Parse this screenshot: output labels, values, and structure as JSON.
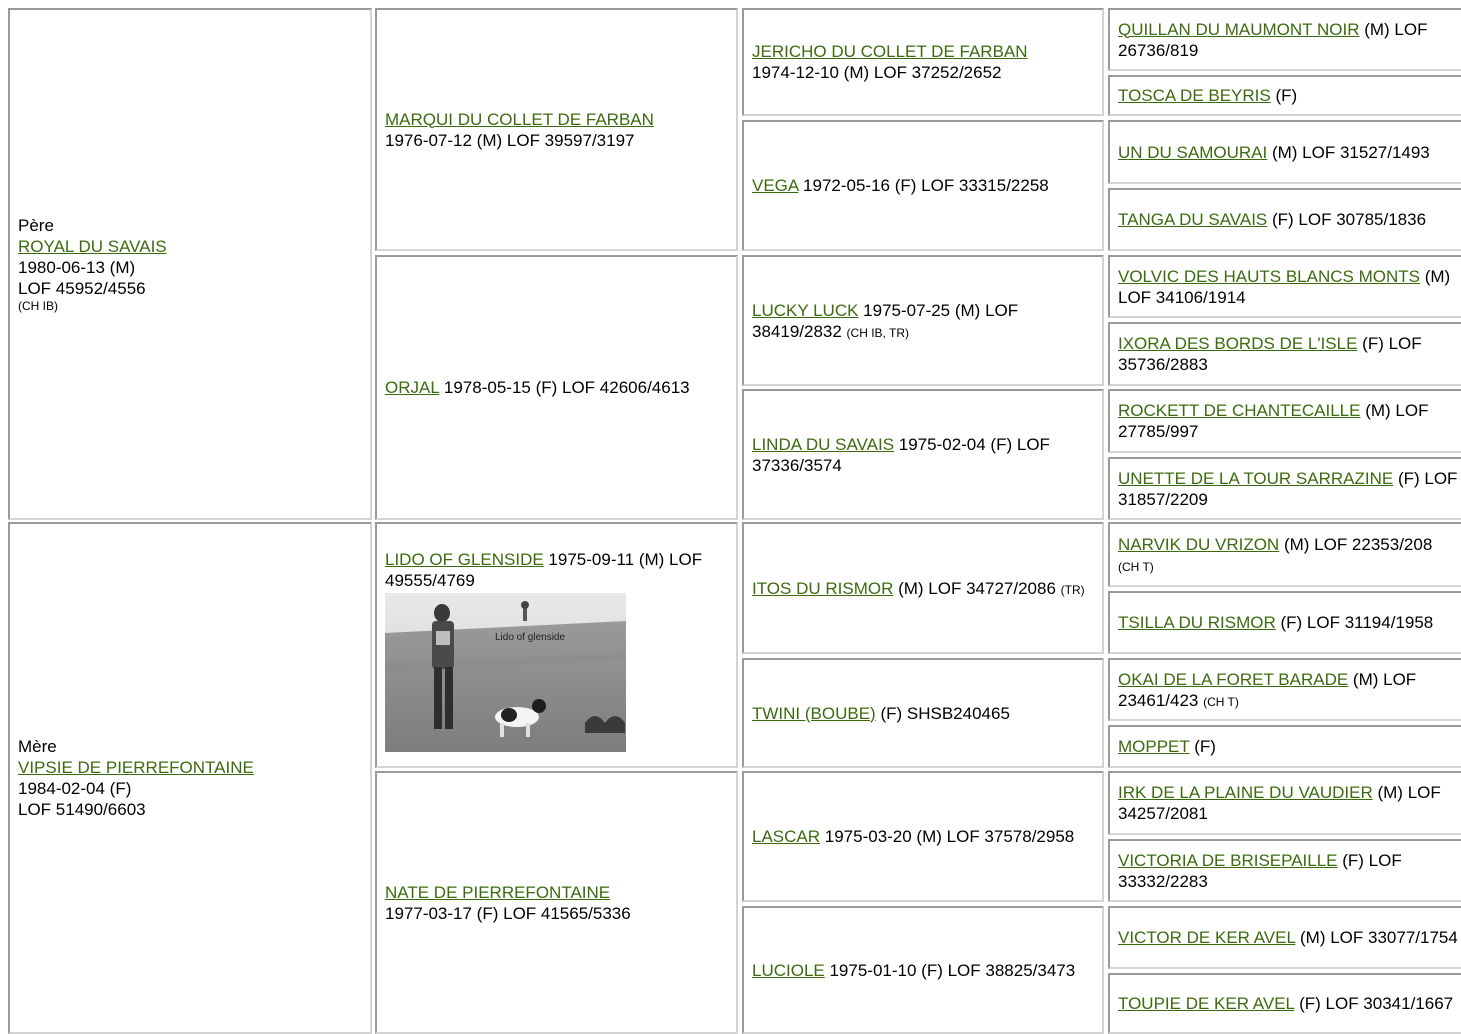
{
  "generation1": [
    {
      "role": "Père",
      "name": "ROYAL DU SAVAIS",
      "line1": "1980-06-13 (M)",
      "line2": "LOF 45952/4556",
      "title": "(CH IB)"
    },
    {
      "role": "Mère",
      "name": "VIPSIE DE PIERREFONTAINE",
      "line1": "1984-02-04 (F)",
      "line2": "LOF 51490/6603",
      "title": ""
    }
  ],
  "generation2": [
    {
      "name": "MARQUI DU COLLET DE FARBAN",
      "details": "1976-07-12 (M) LOF 39597/3197",
      "title": ""
    },
    {
      "name": "ORJAL",
      "details": " 1978-05-15 (F) LOF 42606/4613",
      "title": ""
    },
    {
      "name": "LIDO OF GLENSIDE",
      "details": " 1975-09-11 (M) LOF 49555/4769",
      "title": "",
      "photo_caption": "Lido of glenside"
    },
    {
      "name": "NATE DE PIERREFONTAINE",
      "details": "1977-03-17 (F) LOF 41565/5336",
      "title": ""
    }
  ],
  "generation3": [
    {
      "name": "JERICHO DU COLLET DE FARBAN",
      "details": "1974-12-10 (M) LOF 37252/2652",
      "title": ""
    },
    {
      "name": "VEGA",
      "details": " 1972-05-16 (F) LOF 33315/2258",
      "title": ""
    },
    {
      "name": "LUCKY LUCK",
      "details": " 1975-07-25 (M) LOF 38419/2832 ",
      "title": "(CH IB, TR)"
    },
    {
      "name": "LINDA DU SAVAIS",
      "details": " 1975-02-04 (F) LOF 37336/3574",
      "title": ""
    },
    {
      "name": "ITOS DU RISMOR",
      "details": " (M) LOF 34727/2086 ",
      "title": "(TR)"
    },
    {
      "name": "TWINI (BOUBE)",
      "details": " (F) SHSB240465",
      "title": ""
    },
    {
      "name": "LASCAR",
      "details": " 1975-03-20 (M) LOF 37578/2958",
      "title": ""
    },
    {
      "name": "LUCIOLE",
      "details": " 1975-01-10 (F) LOF 38825/3473",
      "title": ""
    }
  ],
  "generation4": [
    {
      "name": "QUILLAN DU MAUMONT NOIR",
      "details": " (M) LOF 26736/819",
      "title": ""
    },
    {
      "name": "TOSCA DE BEYRIS",
      "details": " (F)",
      "title": ""
    },
    {
      "name": "UN DU SAMOURAI",
      "details": " (M) LOF 31527/1493",
      "title": ""
    },
    {
      "name": "TANGA DU SAVAIS",
      "details": " (F) LOF 30785/1836",
      "title": ""
    },
    {
      "name": "VOLVIC DES HAUTS BLANCS MONTS",
      "details": " (M) LOF 34106/1914",
      "title": ""
    },
    {
      "name": "IXORA DES BORDS DE L'ISLE",
      "details": " (F) LOF 35736/2883",
      "title": ""
    },
    {
      "name": "ROCKETT DE CHANTECAILLE",
      "details": " (M) LOF 27785/997",
      "title": ""
    },
    {
      "name": "UNETTE DE LA TOUR SARRAZINE",
      "details": " (F) LOF 31857/2209",
      "title": ""
    },
    {
      "name": "NARVIK DU VRIZON",
      "details": " (M) LOF 22353/208 ",
      "title": "(CH T)"
    },
    {
      "name": "TSILLA DU RISMOR",
      "details": " (F) LOF 31194/1958",
      "title": ""
    },
    {
      "name": "OKAI DE LA FORET BARADE",
      "details": " (M) LOF 23461/423 ",
      "title": "(CH T)"
    },
    {
      "name": "MOPPET",
      "details": " (F)",
      "title": ""
    },
    {
      "name": "IRK DE LA PLAINE DU VAUDIER",
      "details": " (M) LOF 34257/2081",
      "title": ""
    },
    {
      "name": "VICTORIA DE BRISEPAILLE",
      "details": " (F) LOF 33332/2283",
      "title": ""
    },
    {
      "name": "VICTOR DE KER AVEL",
      "details": " (M) LOF 33077/1754",
      "title": ""
    },
    {
      "name": "TOUPIE DE KER AVEL",
      "details": " (F) LOF 30341/1667",
      "title": ""
    }
  ]
}
